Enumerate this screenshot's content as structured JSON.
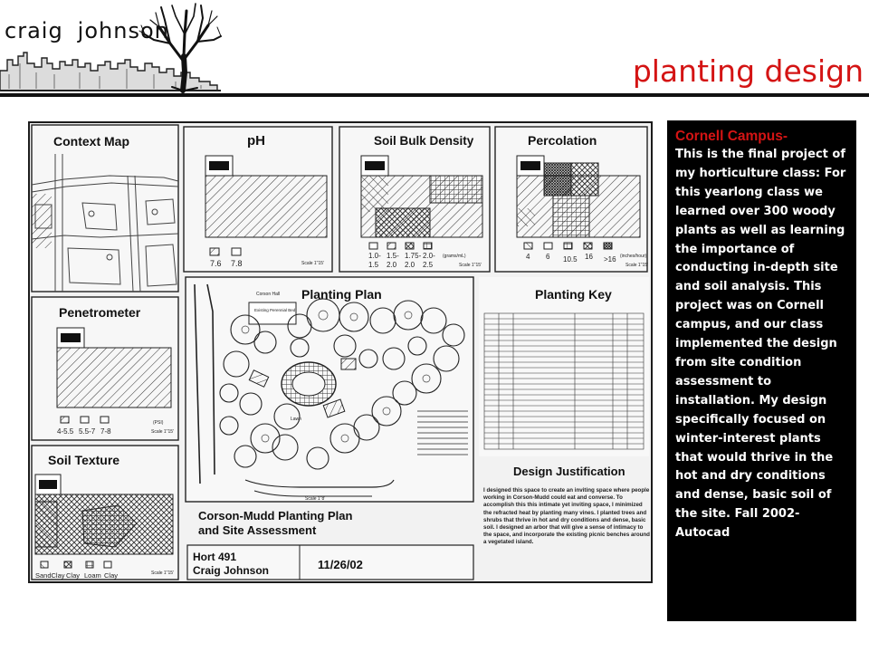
{
  "header": {
    "brand_first": "craig",
    "brand_last": "johnson",
    "page_title": "planting design"
  },
  "board": {
    "panels": {
      "context_map": "Context Map",
      "ph": "pH",
      "soil_bulk_density": "Soil Bulk Density",
      "percolation": "Percolation",
      "penetrometer": "Penetrometer",
      "soil_texture": "Soil Texture",
      "planting_plan": "Planting Plan",
      "planting_key": "Planting Key",
      "design_justification": "Design Justification"
    },
    "ph_legend": [
      "7.6",
      "7.8"
    ],
    "density_legend_top": [
      "1.0-",
      "1.5-",
      "1.75-",
      "2.0-"
    ],
    "density_legend_bottom": [
      "1.5",
      "2.0",
      "2.0",
      "2.5"
    ],
    "density_unit": "(grams/mL)",
    "percolation_legend": [
      "4",
      "6",
      "10.5",
      "16",
      ">16"
    ],
    "percolation_unit": "(inches/hour)",
    "penetrometer_legend": [
      "4-5.5",
      "5.5-7",
      "7-8"
    ],
    "penetrometer_unit": "(PSI)",
    "soil_texture_legend": [
      "SandClay",
      "Clay",
      "Loam",
      "Clay"
    ],
    "scale_label": "Scale 1\"15'",
    "plan_scale_label": "Scale 1\"8'",
    "plan_annotations": {
      "corson_hall": "Corson Hall",
      "existing_bed": "Existing Perennial Bed",
      "lawn": "Lawn"
    },
    "sheet_title_1": "Corson-Mudd Planting Plan",
    "sheet_title_2": "and Site Assessment",
    "course": "Hort 491",
    "author": "Craig Johnson",
    "date": "11/26/02",
    "justification_text": "I designed this space to create an inviting space where people working in Corson-Mudd could eat and converse. To accomplish this this intimate yet inviting space, I minimized the refracted heat by planting many vines. I planted trees and shrubs that thrive in hot and dry conditions and dense, basic soil. I designed an arbor that will give a sense of intimacy to the space, and incorporate the existing picnic benches around a vegetated island."
  },
  "description": {
    "heading": "Cornell Campus-",
    "body": "This is the final project of my horticulture class: For this yearlong class we learned over 300 woody plants as well as learning the importance of conducting in-depth site and soil analysis. This project was on Cornell campus, and our class implemented the design from site condition assessment to installation. My design specifically focused on winter-interest plants  that would thrive in the hot and dry conditions and dense, basic soil of the site. Fall 2002- Autocad"
  },
  "colors": {
    "title_red": "#d41414",
    "panel_black": "#000000",
    "desc_text": "#ffffff"
  }
}
